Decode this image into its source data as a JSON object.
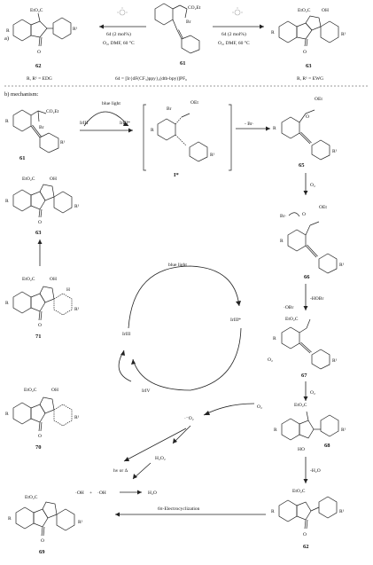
{
  "sections": {
    "a_label": "a)",
    "b_label": "b) mechanism:"
  },
  "top": {
    "left_cond1": "64 (2 mol%)",
    "left_cond2": "O₂, DMF, 60 °C",
    "right_cond1": "64 (2 mol%)",
    "right_cond2": "O₂, DMF, 60 °C",
    "cmp61": "61",
    "cmp62": "62",
    "cmp63": "63",
    "left_sub": "R, R¹ = EDG",
    "right_sub": "R, R¹ = EWG",
    "catalyst_def": "64 = [Ir{dF(CF₃)ppy}₂(dtb-bpy)]PF₆",
    "co2et": "CO₂Et",
    "eto2c": "EtO₂C",
    "br": "Br",
    "oh": "OH",
    "r": "R",
    "r1": "R¹"
  },
  "mech": {
    "cmp61": "61",
    "cmpI": "I*",
    "cmp65": "65",
    "cmp66": "66",
    "cmp67": "67",
    "cmp68": "68",
    "cmp62": "62",
    "cmp69": "69",
    "cmp70": "70",
    "cmp71": "71",
    "cmp63": "63",
    "blue_light": "blue light",
    "blue_light2": "blue light",
    "ir3": "IrIII",
    "ir3s": "IrIII*",
    "ir3b": "IrIII",
    "ir3sb": "IrIII*",
    "ir4": "IrIV",
    "minus_br": "- Br·",
    "o2": "O₂",
    "o2b": "O₂",
    "o2c": "O₂",
    "minus_hobr": "-HOBr",
    "obr": "·OBr",
    "br_rad": "Br·",
    "minus_h2o": "-H₂O",
    "superox": "·⁻O₂",
    "h2o2": "H₂O₂",
    "hv_or_d": "hν or Δ",
    "oh_rad1": "·OH",
    "plus": "+",
    "oh_rad2": "·OH",
    "h2o": "H₂O",
    "electrocycl": "6π-Electrocyclization",
    "oet": "OEt",
    "o": "O",
    "ho": "HO",
    "h": "H"
  }
}
